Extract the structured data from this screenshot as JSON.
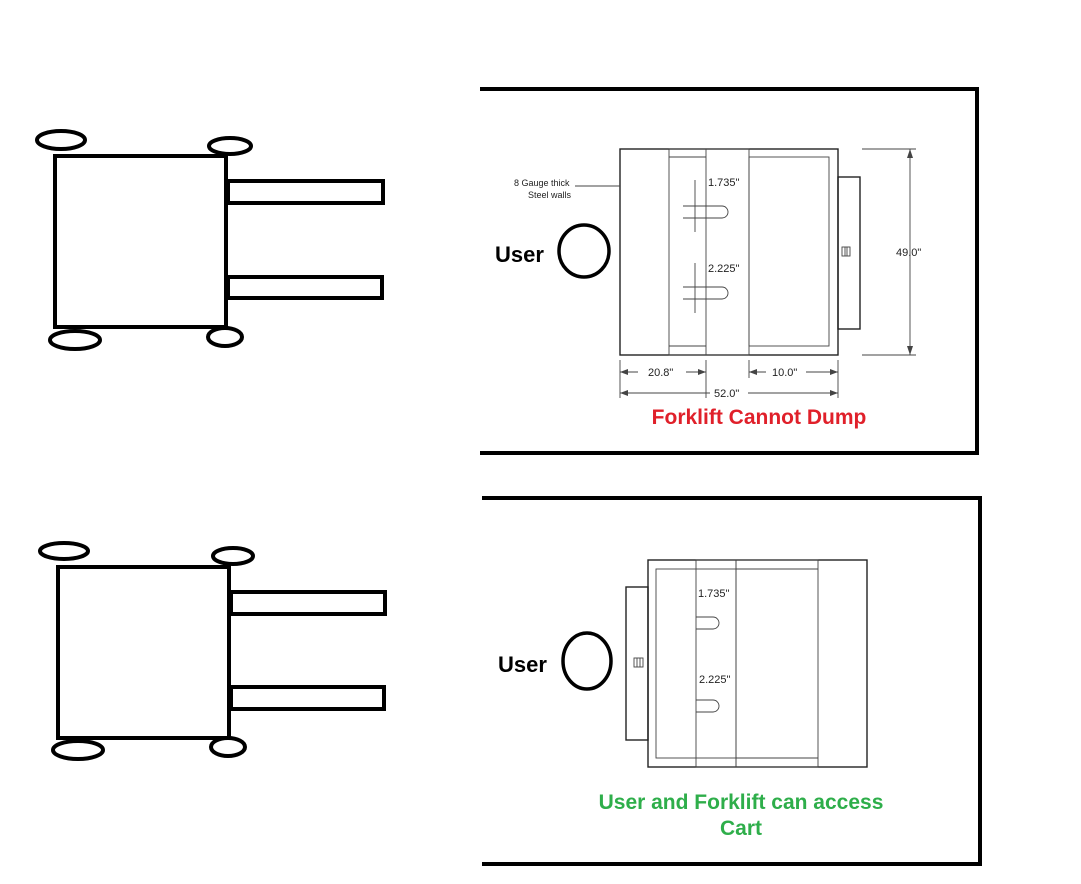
{
  "top_panel": {
    "user_label": "User",
    "wall_note_line1": "8 Gauge thick",
    "wall_note_line2": "Steel walls",
    "dim_slot_upper": "1.735\"",
    "dim_slot_lower": "2.225\"",
    "dim_height": "49.0\"",
    "dim_left": "20.8\"",
    "dim_right": "10.0\"",
    "dim_total": "52.0\"",
    "caption": "Forklift Cannot Dump",
    "caption_color": "#e0202a"
  },
  "bottom_panel": {
    "user_label": "User",
    "dim_slot_upper": "1.735\"",
    "dim_slot_lower": "2.225\"",
    "caption_line1": "User and Forklift can access",
    "caption_line2": "Cart",
    "caption_color": "#2eae4a"
  }
}
